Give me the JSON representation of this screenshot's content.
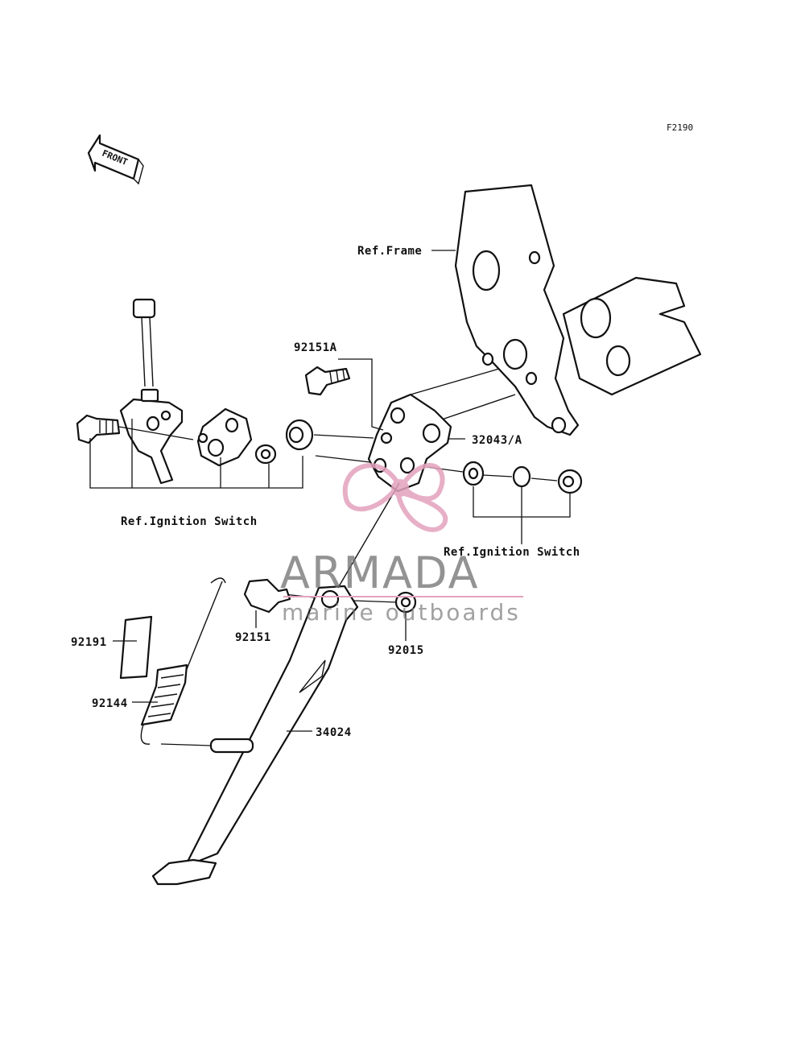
{
  "diagram_code": "F2190",
  "front_arrow_text": "FRONT",
  "ref_frame": "Ref.Frame",
  "ref_ignition_left": "Ref.Ignition Switch",
  "ref_ignition_right": "Ref.Ignition Switch",
  "parts": {
    "p92151A": "92151A",
    "p32043A": "32043/A",
    "p92151": "92151",
    "p92015": "92015",
    "p92191": "92191",
    "p92144": "92144",
    "p34024": "34024"
  },
  "watermark": {
    "title": "ARMADA",
    "subtitle": "marine outboards",
    "accent_color": "#e3a2bd"
  }
}
